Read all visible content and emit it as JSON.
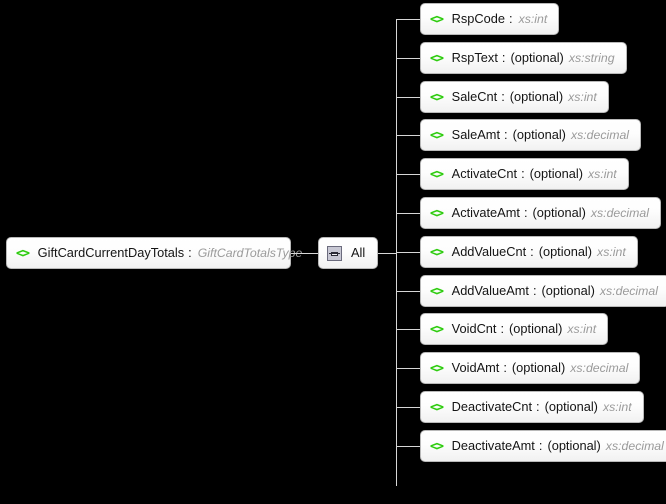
{
  "canvas": {
    "background": "#000000",
    "node_fill": "#f7f7f7",
    "node_border": "#b9b9b9",
    "connector_color": "#d6d6d6",
    "element_icon_color": "#2ecc0f",
    "type_text_color": "#9a9a9a"
  },
  "root": {
    "icon": "element-icon",
    "name": "GiftCardCurrentDayTotals",
    "separator": ":",
    "type": "GiftCardTotalsType"
  },
  "compositor": {
    "icon": "all-compositor-icon",
    "label": "All"
  },
  "children": [
    {
      "icon": "element-icon",
      "name": "RspCode",
      "separator": ":",
      "occurrence": "",
      "type": "xs:int"
    },
    {
      "icon": "element-icon",
      "name": "RspText",
      "separator": ":",
      "occurrence": "(optional)",
      "type": "xs:string"
    },
    {
      "icon": "element-icon",
      "name": "SaleCnt",
      "separator": ":",
      "occurrence": "(optional)",
      "type": "xs:int"
    },
    {
      "icon": "element-icon",
      "name": "SaleAmt",
      "separator": ":",
      "occurrence": "(optional)",
      "type": "xs:decimal"
    },
    {
      "icon": "element-icon",
      "name": "ActivateCnt",
      "separator": ":",
      "occurrence": "(optional)",
      "type": "xs:int"
    },
    {
      "icon": "element-icon",
      "name": "ActivateAmt",
      "separator": ":",
      "occurrence": "(optional)",
      "type": "xs:decimal"
    },
    {
      "icon": "element-icon",
      "name": "AddValueCnt",
      "separator": ":",
      "occurrence": "(optional)",
      "type": "xs:int"
    },
    {
      "icon": "element-icon",
      "name": "AddValueAmt",
      "separator": ":",
      "occurrence": "(optional)",
      "type": "xs:decimal"
    },
    {
      "icon": "element-icon",
      "name": "VoidCnt",
      "separator": ":",
      "occurrence": "(optional)",
      "type": "xs:int"
    },
    {
      "icon": "element-icon",
      "name": "VoidAmt",
      "separator": ":",
      "occurrence": "(optional)",
      "type": "xs:decimal"
    },
    {
      "icon": "element-icon",
      "name": "DeactivateCnt",
      "separator": ":",
      "occurrence": "(optional)",
      "type": "xs:int"
    },
    {
      "icon": "element-icon",
      "name": "DeactivateAmt",
      "separator": ":",
      "occurrence": "(optional)",
      "type": "xs:decimal"
    }
  ]
}
